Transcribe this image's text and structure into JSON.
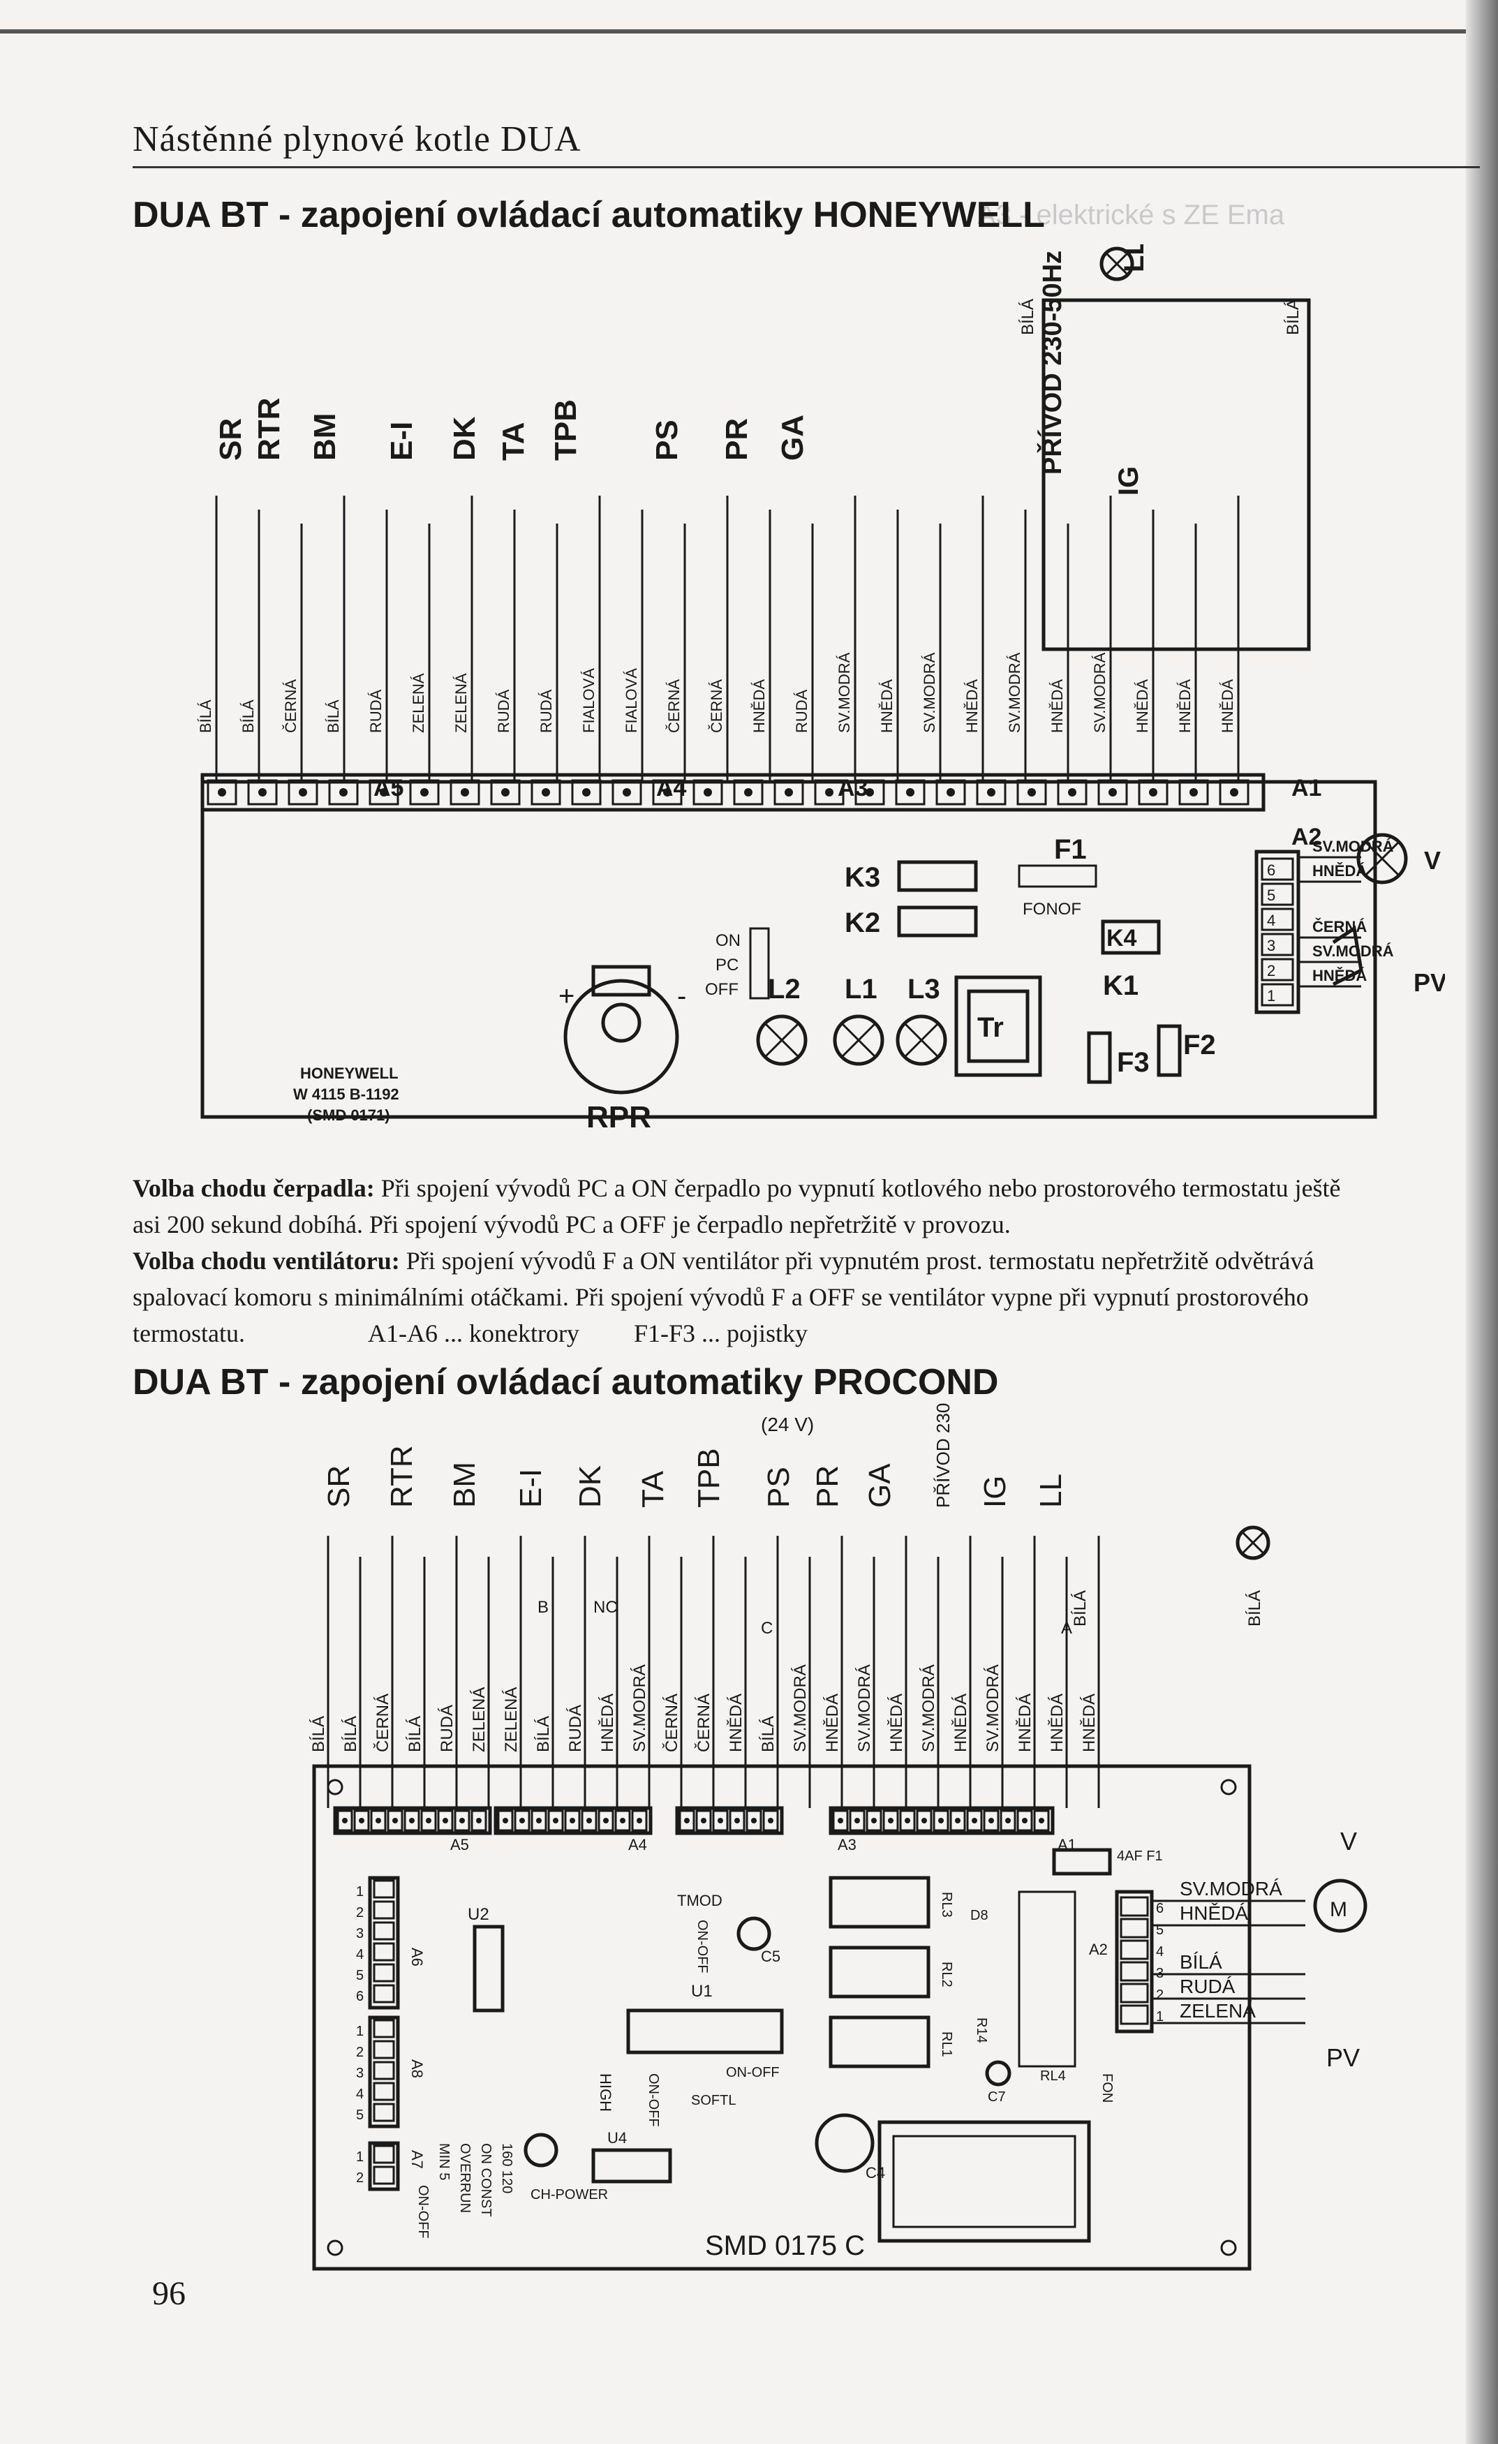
{
  "header": "Nástěnné plynové kotle DUA",
  "section1": {
    "title": "DUA BT - zapojení ovládací automatiky HONEYWELL",
    "components": [
      "SR",
      "RTR",
      "BM",
      "E-I",
      "DK",
      "TA",
      "TPB",
      "PS",
      "PR",
      "GA",
      "PŘÍVOD 230-50Hz",
      "IG",
      "LL"
    ],
    "wire_colors": [
      "BÍLÁ",
      "BÍLÁ",
      "ČERNÁ",
      "BÍLÁ",
      "RUDÁ",
      "ZELENÁ",
      "ZELENÁ",
      "RUDÁ",
      "RUDÁ",
      "FIALOVÁ",
      "FIALOVÁ",
      "ČERNÁ",
      "ČERNÁ",
      "HNĚDÁ",
      "RUDÁ",
      "SV.MODRÁ",
      "HNĚDÁ",
      "SV.MODRÁ",
      "HNĚDÁ",
      "SV.MODRÁ",
      "HNĚDÁ",
      "SV.MODRÁ",
      "HNĚDÁ",
      "HNĚDÁ",
      "HNĚDÁ"
    ],
    "top_wires": [
      "BÍLÁ",
      "BÍLÁ"
    ],
    "connectors": [
      "A5",
      "A4",
      "A3",
      "A1",
      "A2"
    ],
    "board_labels": [
      "K3",
      "K2",
      "K1",
      "K4",
      "F1",
      "F2",
      "F3",
      "Tr",
      "L1",
      "L2",
      "L3",
      "RPR",
      "FONOF"
    ],
    "switch_labels": [
      "ON",
      "PC",
      "OFF"
    ],
    "honeywell_label": [
      "HONEYWELL",
      "W 4115 B-1192",
      "(SMD 0171)"
    ],
    "fan_wires": [
      "SV.MODRÁ",
      "HNĚDÁ",
      "ČERNÁ",
      "SV.MODRÁ",
      "HNĚDÁ"
    ],
    "fan_labels": [
      "V",
      "PV"
    ]
  },
  "notes": {
    "line1_bold": "Volba chodu čerpadla:",
    "line1": "Při spojení vývodů PC a ON čerpadlo po vypnutí kotlového nebo prostorového termostatu ještě",
    "line2": "asi 200 sekund dobíhá. Při spojení vývodů PC a OFF je čerpadlo nepřetržitě v provozu.",
    "line3_bold": "Volba chodu ventilátoru:",
    "line3": "Při spojení vývodů F a ON ventilátor při vypnutém prost. termostatu nepřetržitě odvětrává",
    "line4": "spalovací komoru s minimálními otáčkami. Při spojení vývodů F a OFF se ventilátor vypne při vypnutí prostorového",
    "line5_start": "termostatu.",
    "line5_connectors": "A1-A6 ... konektrory",
    "line5_fuses": "F1-F3 ... pojistky"
  },
  "section2": {
    "title": "DUA BT - zapojení ovládací automatiky PROCOND",
    "voltage": "(24 V)",
    "components": [
      "SR",
      "RTR",
      "BM",
      "E-I",
      "DK",
      "TA",
      "TPB",
      "PS",
      "PR",
      "GA",
      "PŘÍVOD 230V",
      "IG",
      "LL"
    ],
    "wire_colors": [
      "BÍLÁ",
      "BÍLÁ",
      "ČERNÁ",
      "BÍLÁ",
      "RUDÁ",
      "ZELENÁ",
      "ZELENÁ",
      "BÍLÁ",
      "RUDÁ",
      "HNĚDÁ",
      "SV.MODRÁ",
      "ČERNÁ",
      "ČERNÁ",
      "HNĚDÁ",
      "BÍLÁ",
      "SV.MODRÁ",
      "HNĚDÁ",
      "SV.MODRÁ",
      "HNĚDÁ",
      "SV.MODRÁ",
      "HNĚDÁ",
      "SV.MODRÁ",
      "HNĚDÁ",
      "HNĚDÁ",
      "HNĚDÁ"
    ],
    "top_wires": [
      "BÍLÁ",
      "BÍLÁ"
    ],
    "connectors": [
      "A5",
      "A4",
      "A3",
      "A1",
      "A2",
      "A6",
      "A8",
      "A7"
    ],
    "board_labels": [
      "U1",
      "U2",
      "U4",
      "C4",
      "C5",
      "C7",
      "D8",
      "R14",
      "RL4",
      "RL1",
      "RL2",
      "RL3",
      "TMOD",
      "4AF F1",
      "FON",
      "HIGH",
      "SOFTL",
      "CH-POWER",
      "SMD 0175 C"
    ],
    "switch_labels": [
      "ON-OFF",
      "ON-OFF",
      "ON-OFF",
      "ON-OFF"
    ],
    "jumper_labels": [
      "MIN 5",
      "OVERRUN",
      "ON",
      "CONST",
      "160",
      "120"
    ],
    "relay_contacts": [
      "B",
      "NC",
      "A",
      "C"
    ],
    "fan_wires": [
      "SV.MODRÁ",
      "HNĚDÁ",
      "BÍLÁ",
      "RUDÁ",
      "ZELENÁ"
    ],
    "fan_labels": [
      "V",
      "M",
      "PV"
    ]
  },
  "page_number": "96"
}
